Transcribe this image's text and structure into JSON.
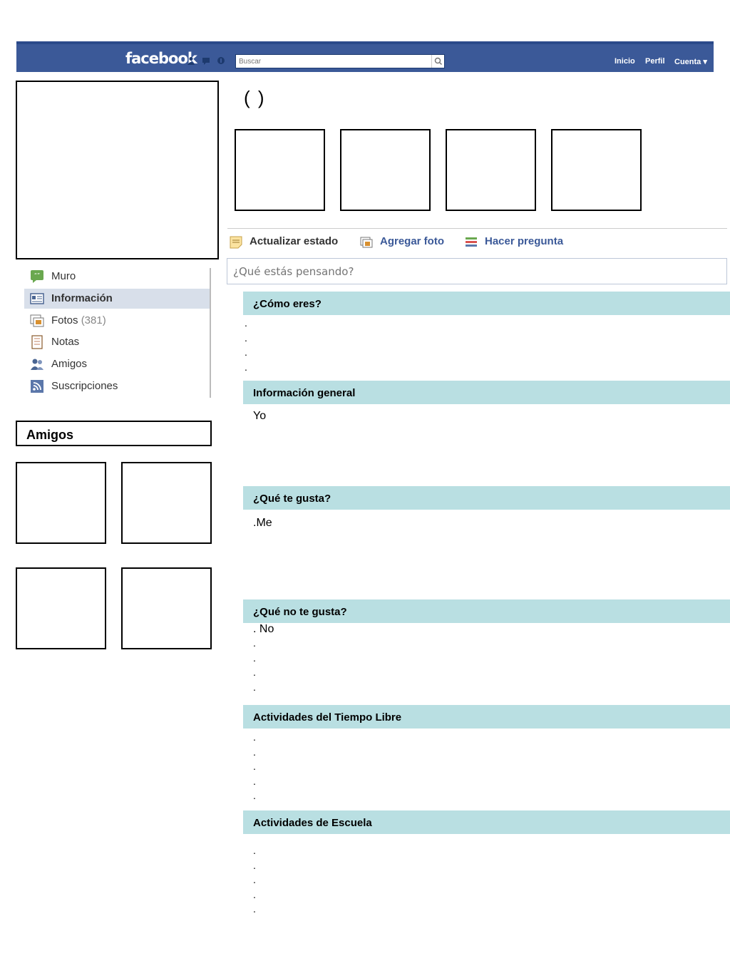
{
  "header": {
    "logo": "facebook",
    "search_placeholder": "Buscar",
    "nav": [
      "Inicio",
      "Perfil",
      "Cuenta ▾"
    ]
  },
  "sidebar": {
    "items": [
      {
        "label": "Muro",
        "count": ""
      },
      {
        "label": "Información",
        "count": ""
      },
      {
        "label": "Fotos",
        "count": "(381)"
      },
      {
        "label": "Notas",
        "count": ""
      },
      {
        "label": "Amigos",
        "count": ""
      },
      {
        "label": "Suscripciones",
        "count": ""
      }
    ],
    "friends_title": "Amigos"
  },
  "profile": {
    "name": "(   )"
  },
  "publisher": {
    "actions": [
      "Actualizar estado",
      "Agregar foto",
      "Hacer pregunta"
    ],
    "status_placeholder": "¿Qué estás pensando?"
  },
  "sections": {
    "como_eres": {
      "title": "¿Cómo eres?",
      "lines": [
        ".",
        ".",
        ".",
        "."
      ]
    },
    "info_general": {
      "title": "Información general",
      "text": "Yo"
    },
    "que_te_gusta": {
      "title": "¿Qué te gusta?",
      "text": ".Me"
    },
    "no_te_gusta": {
      "title": "¿Qué no te gusta?",
      "lines": [
        ". No",
        ".",
        ".",
        ".",
        "."
      ]
    },
    "tiempo_libre": {
      "title": "Actividades del Tiempo Libre",
      "lines": [
        ".",
        ".",
        ".",
        ".",
        "."
      ]
    },
    "escuela": {
      "title": "Actividades de Escuela",
      "lines": [
        ".",
        ".",
        ".",
        ".",
        "."
      ]
    }
  },
  "colors": {
    "brand": "#3b5998",
    "section_header": "#b9dfe2",
    "active_nav": "#d8dfea",
    "link": "#3b5998"
  }
}
